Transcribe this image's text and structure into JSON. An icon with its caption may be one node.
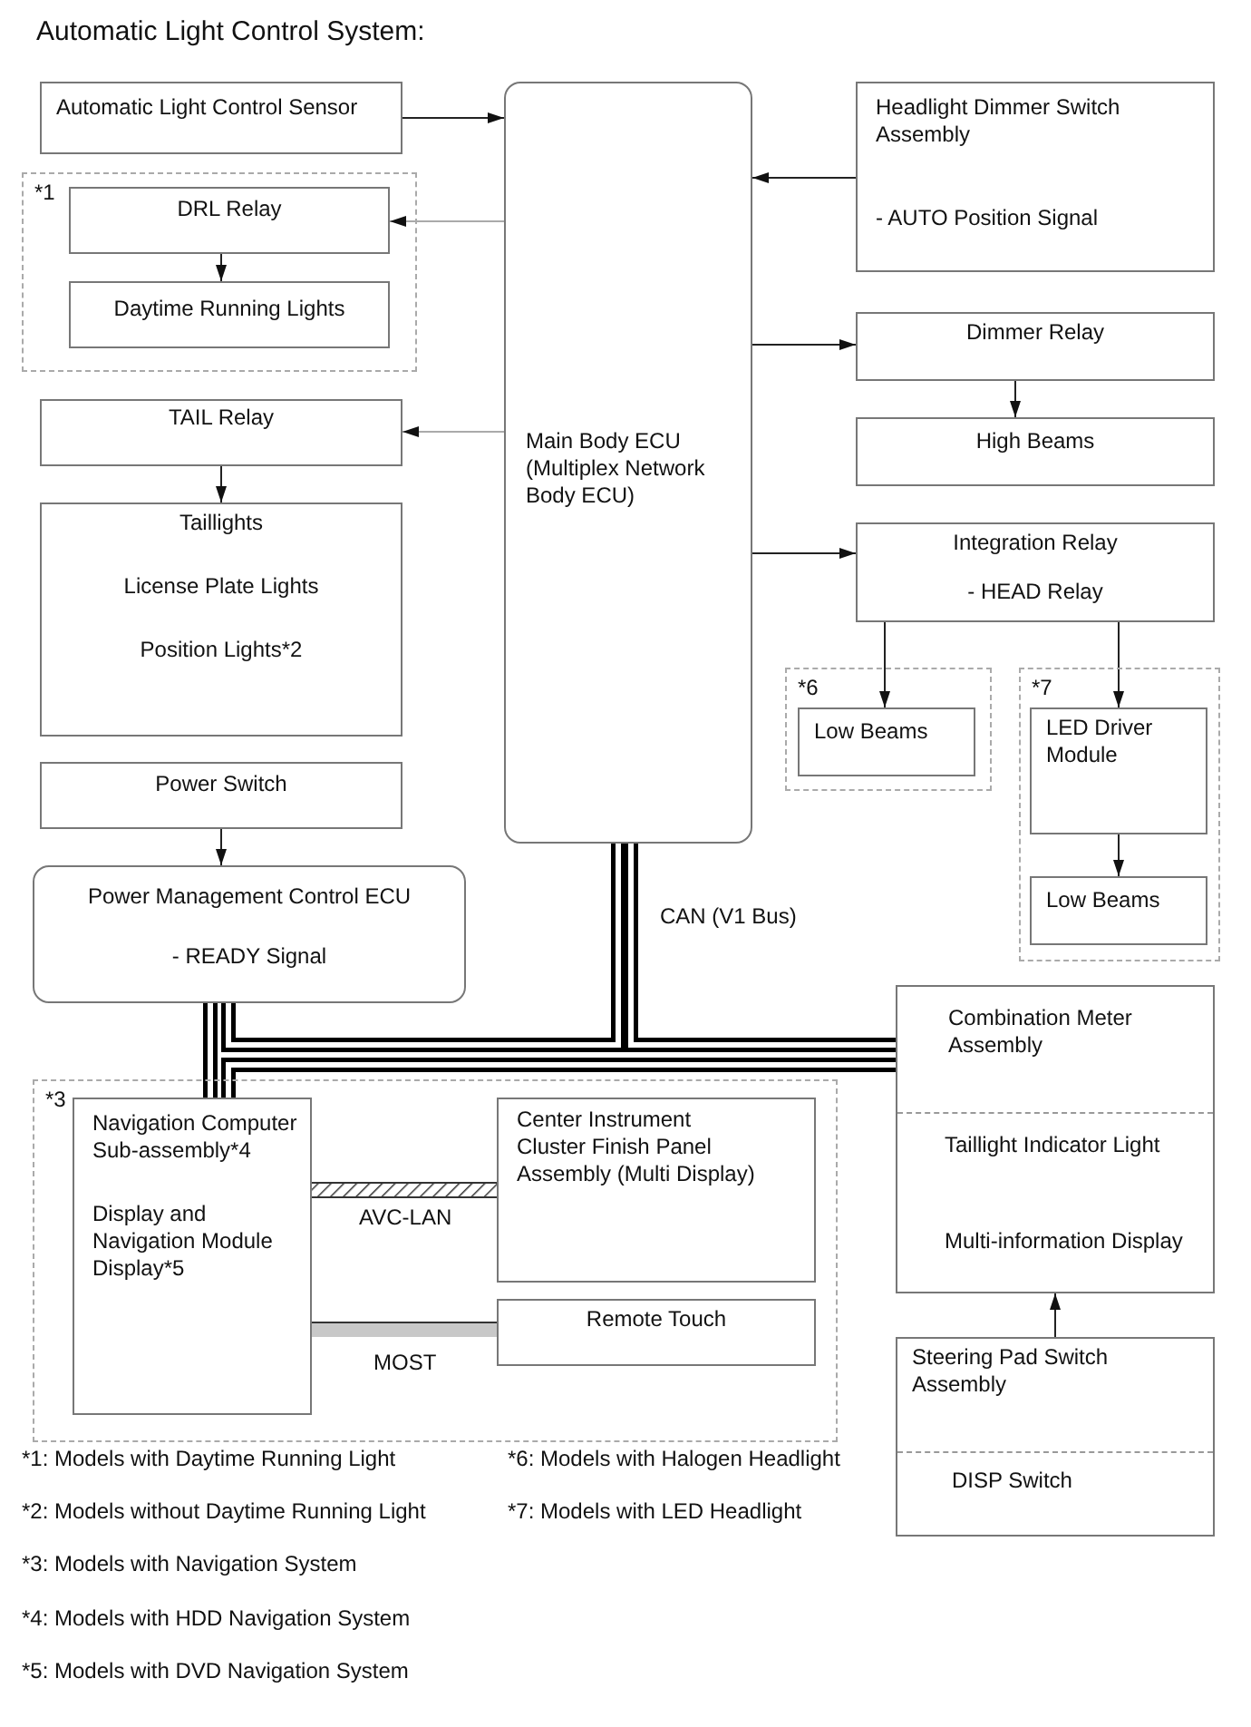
{
  "diagram": {
    "title": "Automatic Light Control System:",
    "nodes": [
      {
        "text": [
          "Automatic Light Control Sensor"
        ]
      },
      {
        "text": [
          "Main Body ECU (Multiplex Network Body ECU)"
        ]
      },
      {
        "text": [
          "Headlight Dimmer Switch Assembly",
          "- AUTO Position Signal"
        ]
      },
      {
        "text": [
          "*1"
        ]
      },
      {
        "text": [
          "DRL Relay"
        ],
        "in": 3
      },
      {
        "text": [
          "Daytime Running Lights"
        ],
        "in": 3
      },
      {
        "text": [
          "TAIL Relay"
        ]
      },
      {
        "text": [
          "Taillights",
          "License Plate Lights",
          "Position Lights*2"
        ]
      },
      {
        "text": [
          "Dimmer Relay"
        ]
      },
      {
        "text": [
          "High Beams"
        ]
      },
      {
        "text": [
          "Integration Relay",
          "- HEAD Relay"
        ]
      },
      {
        "text": [
          "*6"
        ]
      },
      {
        "text": [
          "Low Beams"
        ],
        "in": 11
      },
      {
        "text": [
          "*7"
        ]
      },
      {
        "text": [
          "LED Driver Module"
        ],
        "in": 13
      },
      {
        "text": [
          "Low Beams"
        ],
        "in": 13
      },
      {
        "text": [
          "Power Switch"
        ]
      },
      {
        "text": [
          "Power Management Control ECU",
          "- READY Signal"
        ]
      },
      {
        "text": [
          "Combination Meter Assembly",
          "Taillight Indicator Light",
          "Multi-information Display"
        ]
      },
      {
        "text": [
          "*3"
        ]
      },
      {
        "text": [
          "Navigation Computer Sub-assembly*4",
          "Display and Navigation Module Display*5"
        ],
        "in": 19
      },
      {
        "text": [
          "Center Instrument Cluster Finish Panel Assembly (Multi Display)"
        ],
        "in": 19
      },
      {
        "text": [
          "Remote Touch"
        ],
        "in": 19
      },
      {
        "text": [
          "Steering Pad Switch Assembly",
          "DISP Switch"
        ]
      }
    ],
    "edges": [
      {
        "from": 0,
        "to": 1,
        "arrow": "to"
      },
      {
        "from": 2,
        "to": 1,
        "arrow": "to"
      },
      {
        "from": 1,
        "to": 4,
        "arrow": "to",
        "color": "#aaaaaa"
      },
      {
        "from": 4,
        "to": 5,
        "arrow": "to"
      },
      {
        "from": 1,
        "to": 6,
        "arrow": "to",
        "color": "#aaaaaa"
      },
      {
        "from": 6,
        "to": 7,
        "arrow": "to"
      },
      {
        "from": 1,
        "to": 8,
        "arrow": "to"
      },
      {
        "from": 8,
        "to": 9,
        "arrow": "to"
      },
      {
        "from": 1,
        "to": 10,
        "arrow": "to"
      },
      {
        "from": 10,
        "to": 12,
        "arrow": "to"
      },
      {
        "from": 10,
        "to": 14,
        "arrow": "to"
      },
      {
        "from": 14,
        "to": 15,
        "arrow": "to"
      },
      {
        "from": 16,
        "to": 17,
        "arrow": "to"
      },
      {
        "from": 23,
        "to": 18,
        "arrow": "to"
      },
      {
        "from": 1,
        "to": 18,
        "arrow": "none",
        "style": "thick",
        "label": "CAN (V1 Bus)"
      },
      {
        "from": 1,
        "to": 17,
        "arrow": "none",
        "style": "thick"
      },
      {
        "from": 17,
        "to": 20,
        "arrow": "none",
        "style": "thick"
      },
      {
        "from": 20,
        "to": 18,
        "arrow": "none",
        "style": "thick"
      },
      {
        "from": 20,
        "to": 21,
        "arrow": "none",
        "style": "thick",
        "color": "#333333",
        "label": "AVC-LAN"
      },
      {
        "from": 20,
        "to": 22,
        "arrow": "none",
        "style": "thick",
        "color": "#c8c8c8",
        "label": "MOST"
      }
    ],
    "labels": [
      "*1: Models with Daytime Running Light",
      "*6: Models with Halogen Headlight",
      "*2: Models without Daytime Running Light",
      "*7: Models with LED Headlight",
      "*3: Models with Navigation System",
      "*4: Models with HDD Navigation System",
      "*5: Models with DVD Navigation System"
    ]
  }
}
